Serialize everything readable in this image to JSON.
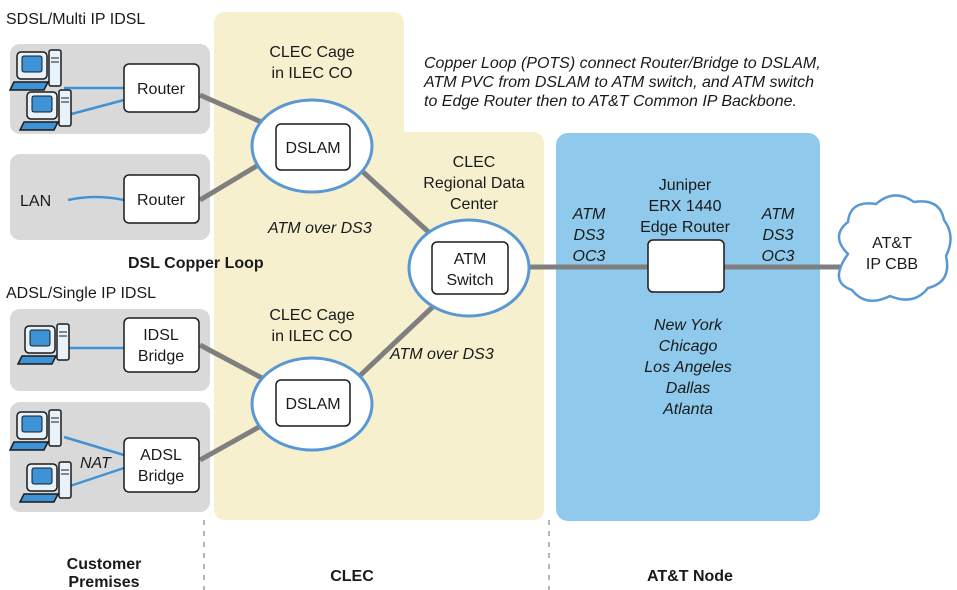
{
  "labels": {
    "sdsl_header": "SDSL/Multi IP IDSL",
    "adsl_header": "ADSL/Single IP IDSL",
    "router1": "Router",
    "router2": "Router",
    "lan": "LAN",
    "idsl_bridge": [
      "IDSL",
      "Bridge"
    ],
    "adsl_bridge": [
      "ADSL",
      "Bridge"
    ],
    "nat": "NAT",
    "dsl_copper_loop": "DSL Copper Loop",
    "cage_top": [
      "CLEC Cage",
      "in ILEC CO"
    ],
    "cage_bottom": [
      "CLEC Cage",
      "in ILEC CO"
    ],
    "dslam_top": "DSLAM",
    "dslam_bottom": "DSLAM",
    "atm_over_ds3_top": "ATM over DS3",
    "atm_over_ds3_bottom": "ATM over DS3",
    "regional": [
      "CLEC",
      "Regional Data",
      "Center"
    ],
    "atm_switch": [
      "ATM",
      "Switch"
    ],
    "left_link": [
      "ATM",
      "DS3",
      "OC3"
    ],
    "right_link": [
      "ATM",
      "DS3",
      "OC3"
    ],
    "edge_router": [
      "Juniper",
      "ERX 1440",
      "Edge Router"
    ],
    "cities": [
      "New York",
      "Chicago",
      "Los Angeles",
      "Dallas",
      "Atlanta"
    ],
    "cloud": [
      "AT&T",
      "IP CBB"
    ],
    "note": [
      "Copper Loop (POTS) connect Router/Bridge to DSLAM,",
      "ATM PVC from DSLAM to ATM switch, and ATM switch",
      "to Edge Router then to AT&T Common IP Backbone."
    ],
    "footer_customer": [
      "Customer",
      "Premises"
    ],
    "footer_clec": "CLEC",
    "footer_att": "AT&T Node"
  },
  "colors": {
    "clec_zone": "#f6f0cf",
    "att_zone": "#8fc9ec",
    "premise_box": "#d9d9d9",
    "line": "#7f7f7f",
    "device_outline": "#1a1a1a",
    "ring": "#5a98d4",
    "computer": "#3d93d6"
  },
  "icons": [
    "computer-icon",
    "cloud-icon"
  ]
}
